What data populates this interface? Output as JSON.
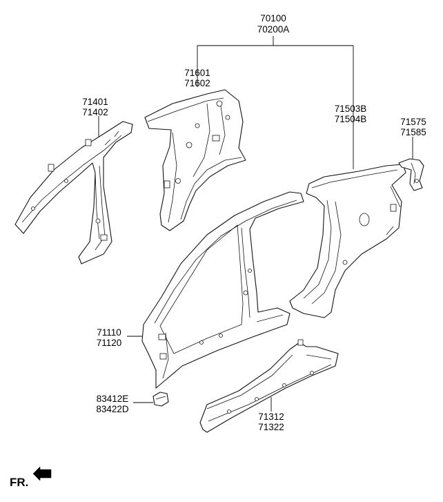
{
  "labels": {
    "assembly_a": "70100",
    "assembly_b": "70200A",
    "pillar_a_rh": "71401",
    "pillar_a_lh": "71402",
    "wheelhouse_rh": "71601",
    "wheelhouse_lh": "71602",
    "quarter_rh": "71503B",
    "quarter_lh": "71504B",
    "bracket_rh": "71575",
    "bracket_lh": "71585",
    "side_outer_rh": "71110",
    "side_outer_lh": "71120",
    "sill_rh": "71312",
    "sill_lh": "71322",
    "patch_rh": "83412E",
    "patch_lh": "83422D"
  },
  "front_indicator": "FR.",
  "colors": {
    "line": "#111111",
    "background": "#ffffff"
  }
}
